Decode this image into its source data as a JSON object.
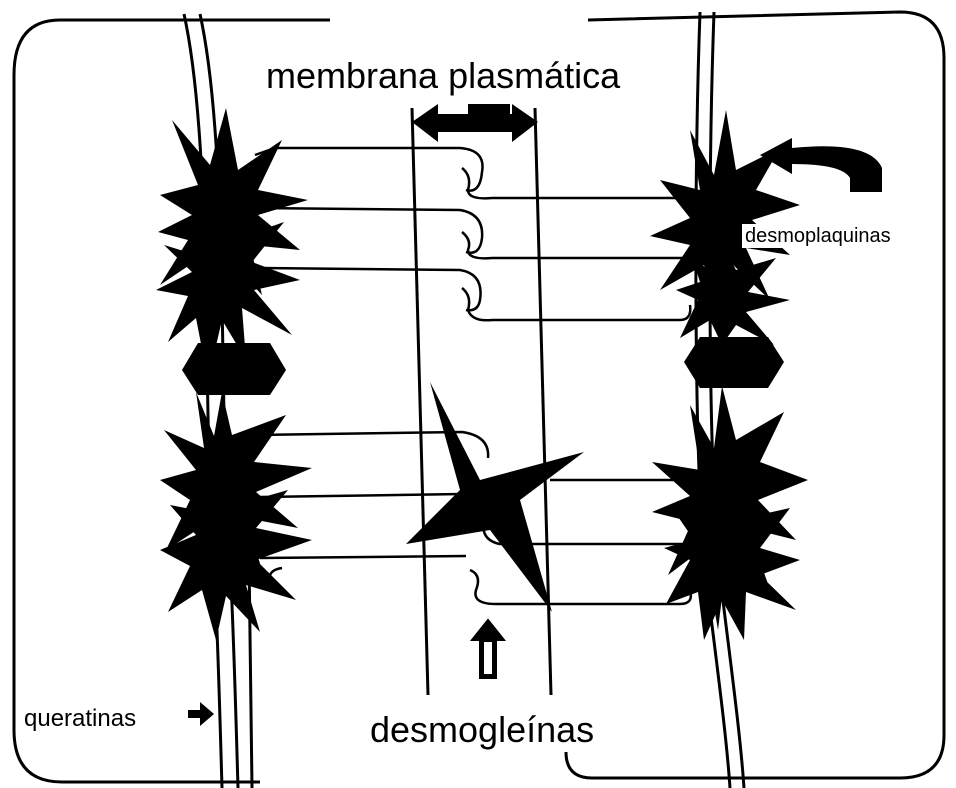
{
  "labels": {
    "membrana": "membrana plasmática",
    "desmoplaquinas": "desmoplaquinas",
    "queratinas": "queratinas",
    "desmogleinas": "desmogleínas"
  },
  "colors": {
    "ink": "#000000",
    "background": "#ffffff"
  }
}
